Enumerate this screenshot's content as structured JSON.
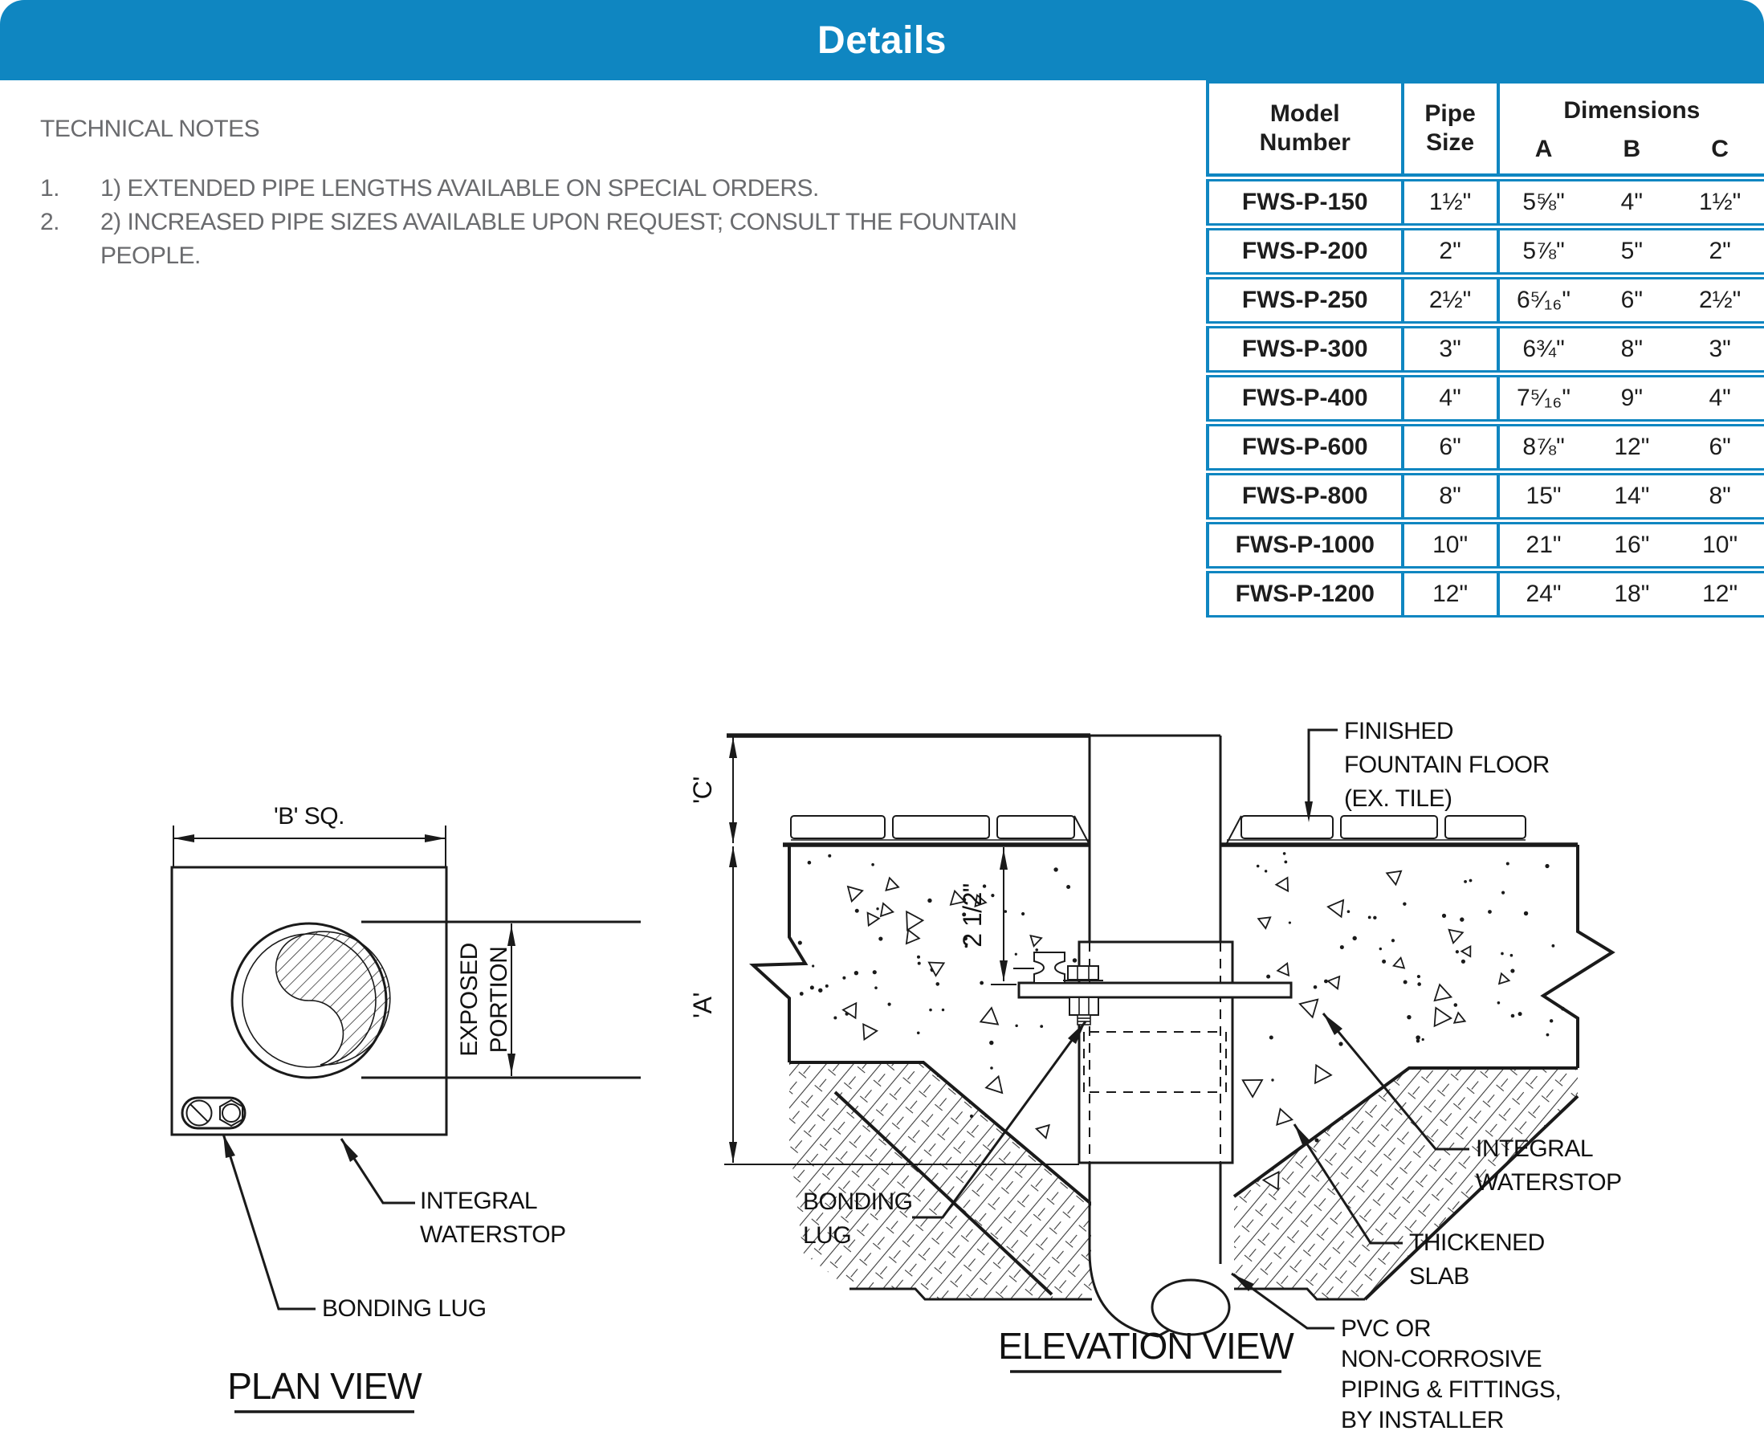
{
  "header": {
    "title": "Details"
  },
  "notes": {
    "heading": "TECHNICAL NOTES",
    "items": [
      {
        "num": "1.",
        "text": "1) EXTENDED PIPE LENGTHS AVAILABLE ON SPECIAL ORDERS."
      },
      {
        "num": "2.",
        "text": "2) INCREASED PIPE SIZES AVAILABLE UPON REQUEST; CONSULT THE FOUNTAIN PEOPLE."
      }
    ]
  },
  "table": {
    "model_line1": "Model",
    "model_line2": "Number",
    "pipe_line1": "Pipe",
    "pipe_line2": "Size",
    "dims_label": "Dimensions",
    "col_a": "A",
    "col_b": "B",
    "col_c": "C",
    "rows": [
      {
        "model": "FWS-P-150",
        "pipe": "1½\"",
        "a": "5⅝\"",
        "b": "4\"",
        "c": "1½\""
      },
      {
        "model": "FWS-P-200",
        "pipe": "2\"",
        "a": "5⅞\"",
        "b": "5\"",
        "c": "2\""
      },
      {
        "model": "FWS-P-250",
        "pipe": "2½\"",
        "a": "6⁵⁄₁₆\"",
        "b": "6\"",
        "c": "2½\""
      },
      {
        "model": "FWS-P-300",
        "pipe": "3\"",
        "a": "6¾\"",
        "b": "8\"",
        "c": "3\""
      },
      {
        "model": "FWS-P-400",
        "pipe": "4\"",
        "a": "7⁵⁄₁₆\"",
        "b": "9\"",
        "c": "4\""
      },
      {
        "model": "FWS-P-600",
        "pipe": "6\"",
        "a": "8⅞\"",
        "b": "12\"",
        "c": "6\""
      },
      {
        "model": "FWS-P-800",
        "pipe": "8\"",
        "a": "15\"",
        "b": "14\"",
        "c": "8\""
      },
      {
        "model": "FWS-P-1000",
        "pipe": "10\"",
        "a": "21\"",
        "b": "16\"",
        "c": "10\""
      },
      {
        "model": "FWS-P-1200",
        "pipe": "12\"",
        "a": "24\"",
        "b": "18\"",
        "c": "12\""
      }
    ]
  },
  "plan": {
    "title": "PLAN VIEW",
    "dim_b": "'B' SQ.",
    "exposed_line1": "EXPOSED",
    "exposed_line2": "PORTION",
    "integral_line1": "INTEGRAL",
    "integral_line2": "WATERSTOP",
    "bonding": "BONDING LUG"
  },
  "elevation": {
    "title": "ELEVATION VIEW",
    "dim_c": "'C'",
    "dim_a": "'A'",
    "dim_embed": "2 1/2\"",
    "floor_line1": "FINISHED",
    "floor_line2": "FOUNTAIN FLOOR",
    "floor_line3": "(EX. TILE)",
    "integral_line1": "INTEGRAL",
    "integral_line2": "WATERSTOP",
    "thickened_line1": "THICKENED",
    "thickened_line2": "SLAB",
    "bonding_line1": "BONDING",
    "bonding_line2": "LUG",
    "pvc_line1": "PVC OR",
    "pvc_line2": "NON-CORROSIVE",
    "pvc_line3": "PIPING & FITTINGS,",
    "pvc_line4": "BY INSTALLER"
  },
  "colors": {
    "accent_blue": "#0f86c1",
    "note_gray": "#6a6b6e",
    "ink": "#1a1a1a"
  }
}
